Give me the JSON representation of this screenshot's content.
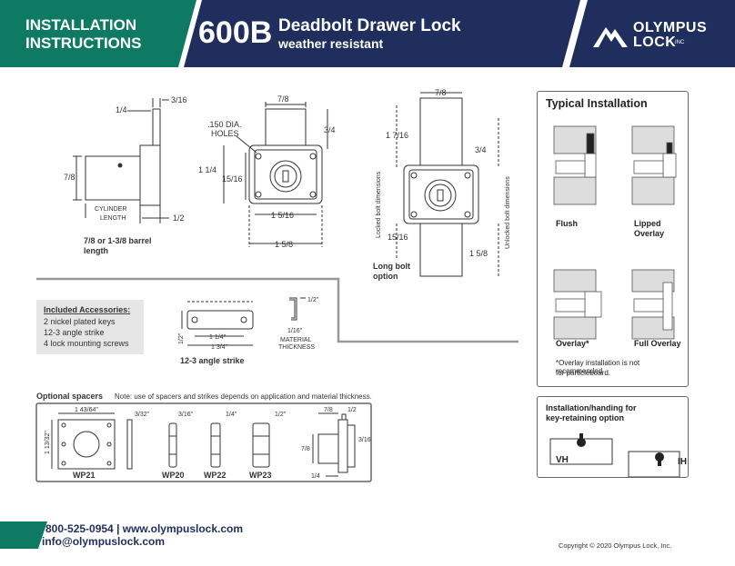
{
  "header": {
    "install_line1": "INSTALLATION",
    "install_line2": "INSTRUCTIONS",
    "model": "600B",
    "product_name": "Deadbolt Drawer Lock",
    "product_sub": "weather resistant",
    "brand_line1": "OLYMPUS",
    "brand_line2": "LOCK",
    "brand_inc": "INC",
    "colors": {
      "teal": "#0e7a64",
      "navy": "#1f2e5c",
      "text_dark": "#1f2e5c"
    }
  },
  "side_view": {
    "dim_top_1": "1/4",
    "dim_top_2": "3/16",
    "dim_height": "7/8",
    "cyl_line1": "CYLINDER",
    "cyl_line2": "LENGTH",
    "dim_right": "1/2",
    "caption1": "7/8 or 1-3/8 barrel",
    "caption2": "length"
  },
  "front_view": {
    "dim_top": "7/8",
    "holes1": ".150 DIA.",
    "holes2": "HOLES",
    "dim_right": "3/4",
    "dim_left_outer": "1 1/4",
    "dim_left_inner": "15/16",
    "dim_bottom_inner": "1 5/16",
    "dim_bottom_outer": "1 5/8"
  },
  "long_bolt": {
    "dim_top": "7/8",
    "dim_left_top": "1 7/16",
    "dim_right_top": "3/4",
    "dim_left_bottom": "15/16",
    "dim_right_bottom": "1 5/8",
    "locked_label": "Locked bolt dimensions",
    "unlocked_label": "Unlocked bolt dimensions",
    "caption1": "Long bolt",
    "caption2": "option"
  },
  "accessories": {
    "title": "Included Accessories:",
    "items": [
      "2 nickel plated keys",
      "12-3 angle strike",
      "4 lock mounting screws"
    ]
  },
  "strike": {
    "dim_height": "1/2\"",
    "dim_inner": "1 1/4\"",
    "dim_outer": "1 3/4\"",
    "dim_side": "1/2\"",
    "dim_thick": "1/16\"",
    "mat1": "MATERIAL",
    "mat2": "THICKNESS",
    "caption": "12-3 angle strike"
  },
  "spacers": {
    "title": "Optional spacers",
    "note": "Note: use of spacers and strikes depends on application and material thickness.",
    "wp21_w": "1 43/64\"",
    "wp21_h": "1 13/32\"",
    "wp20_t": "3/32\"",
    "wp20b_t": "3/16\"",
    "wp22_t": "1/4\"",
    "wp23_t": "1/2\"",
    "labels": [
      "WP21",
      "WP20",
      "WP22",
      "WP23"
    ],
    "lock_top1": "7/8",
    "lock_top2": "1/2",
    "lock_side": "7/8",
    "lock_right": "3/16",
    "lock_bottom": "1/4"
  },
  "typical": {
    "title": "Typical Installation",
    "flush": "Flush",
    "lipped1": "Lipped",
    "lipped2": "Overlay",
    "overlay": "Overlay*",
    "full": "Full Overlay",
    "note1": "*Overlay installation is not recommended",
    "note2": "for particleboard."
  },
  "handing": {
    "title1": "Installation/handing for",
    "title2": "key-retaining option",
    "vh": "VH",
    "ih": "IH"
  },
  "footer": {
    "phone_web": "800-525-0954 | www.olympuslock.com",
    "email": "info@olympuslock.com",
    "copyright": "Copyright © 2020 Olympus Lock, Inc."
  }
}
